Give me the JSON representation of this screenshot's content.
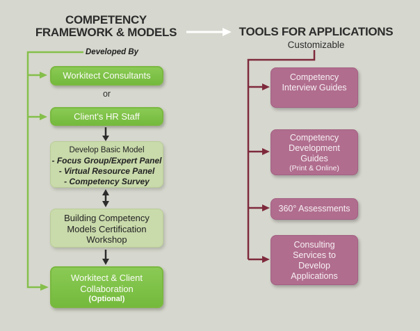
{
  "left": {
    "title_line1": "COMPETENCY",
    "title_line2": "FRAMEWORK & MODELS",
    "developed_by_label": "Developed By",
    "workitect_box": "Workitect Consultants",
    "or_label": "or",
    "hr_staff_box": "Client's HR Staff",
    "basic_model_box": {
      "title": "Develop Basic Model",
      "items": [
        "- Focus Group/Expert Panel",
        "- Virtual Resource Panel",
        "- Competency Survey"
      ]
    },
    "workshop_box": "Building Competency Models Certification Workshop",
    "collaboration_box": {
      "title": "Workitect & Client Collaboration",
      "sub": "(Optional)"
    }
  },
  "right": {
    "title": "TOOLS FOR APPLICATIONS",
    "subtitle": "Customizable",
    "boxes": [
      {
        "label": "Competency Interview Guides"
      },
      {
        "label": "Competency Development Guides",
        "sub": "(Print & Online)"
      },
      {
        "label": "360° Assessments"
      },
      {
        "label": "Consulting Services to Develop Applications"
      }
    ]
  },
  "colors": {
    "background": "#d6d7ce",
    "bright_green": "#7cc044",
    "light_green": "#c9daab",
    "mauve": "#b06d8e",
    "green_line": "#85bf4b",
    "maroon_line": "#7e2a3c",
    "arrow_black": "#2c2c2c",
    "arrow_white": "#ffffff"
  }
}
